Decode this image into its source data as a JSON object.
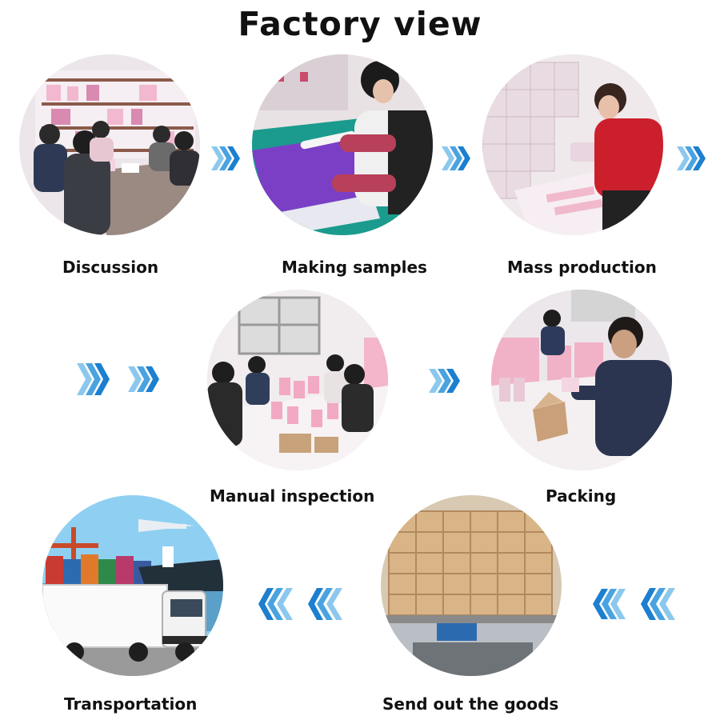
{
  "title": "Factory view",
  "steps": [
    {
      "label": "Discussion"
    },
    {
      "label": "Making samples"
    },
    {
      "label": "Mass production"
    },
    {
      "label": "Manual inspection"
    },
    {
      "label": "Packing"
    },
    {
      "label": "Send out the goods"
    },
    {
      "label": "Transportation"
    }
  ],
  "colors": {
    "arrow_dark": "#1c7fd0",
    "arrow_light": "#8cc8ee",
    "text": "#111111"
  }
}
